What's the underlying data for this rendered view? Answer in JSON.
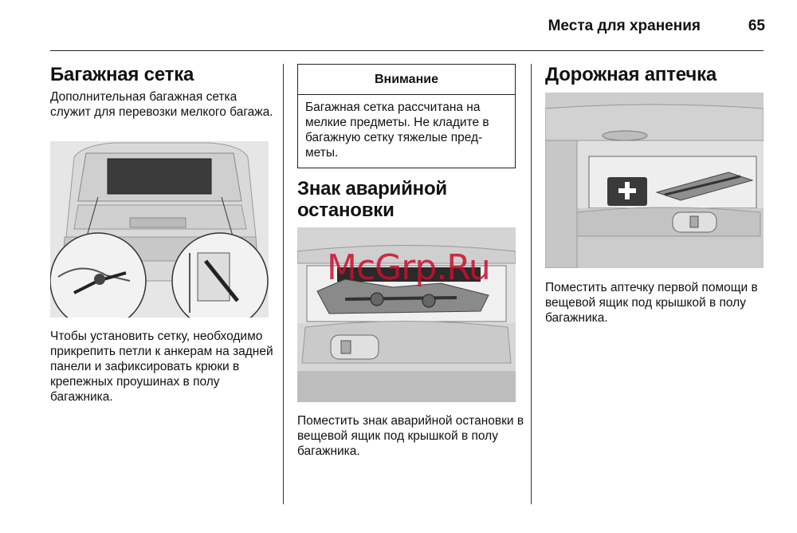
{
  "header": {
    "title": "Места для хранения",
    "page_number": "65"
  },
  "col1": {
    "heading": "Багажная сетка",
    "intro": "Дополнительная багажная сетка служит для перевозки мелкого ба­гажа.",
    "figure": "figure",
    "body": "Чтобы установить сетку, необхо­димо прикрепить петли к анкерам на задней панели и зафиксировать крюки в крепежных проушинах в полу багажника."
  },
  "col2": {
    "warning_title": "Внимание",
    "warning_text": "Багажная сетка рассчитана на мелкие предметы. Не кладите в багажную сетку тяжелые пред­меты.",
    "heading": "Знак аварийной остановки",
    "body": "Поместить знак аварийной оста­новки в вещевой ящик под крышкой в полу багажника."
  },
  "col3": {
    "heading": "Дорожная аптечка",
    "body": "Поместить аптечку первой помощи в вещевой ящик под крышкой в полу багажника."
  },
  "watermark": "McGrp.Ru"
}
